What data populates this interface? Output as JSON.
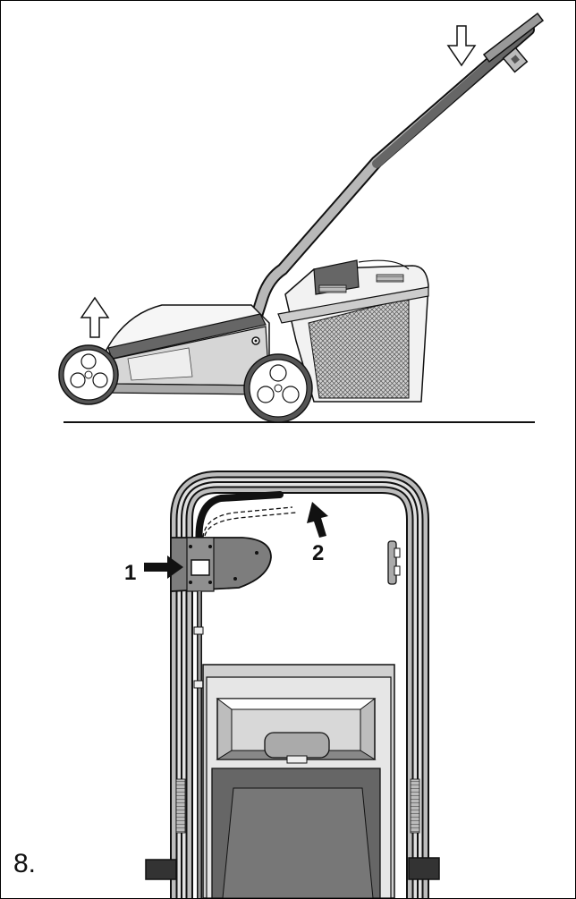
{
  "figure_number": "8.",
  "callouts": {
    "one": "1",
    "two": "2"
  },
  "colors": {
    "dark_grey": "#5f5f5f",
    "mid_grey": "#9a9a9a",
    "light_grey": "#dcdcdc",
    "outline": "#111111",
    "background": "#ffffff"
  },
  "icons": {
    "arrow_down": "outline-arrow-down-icon",
    "arrow_up": "outline-arrow-up-icon",
    "callout_arrow": "solid-arrow-icon"
  }
}
